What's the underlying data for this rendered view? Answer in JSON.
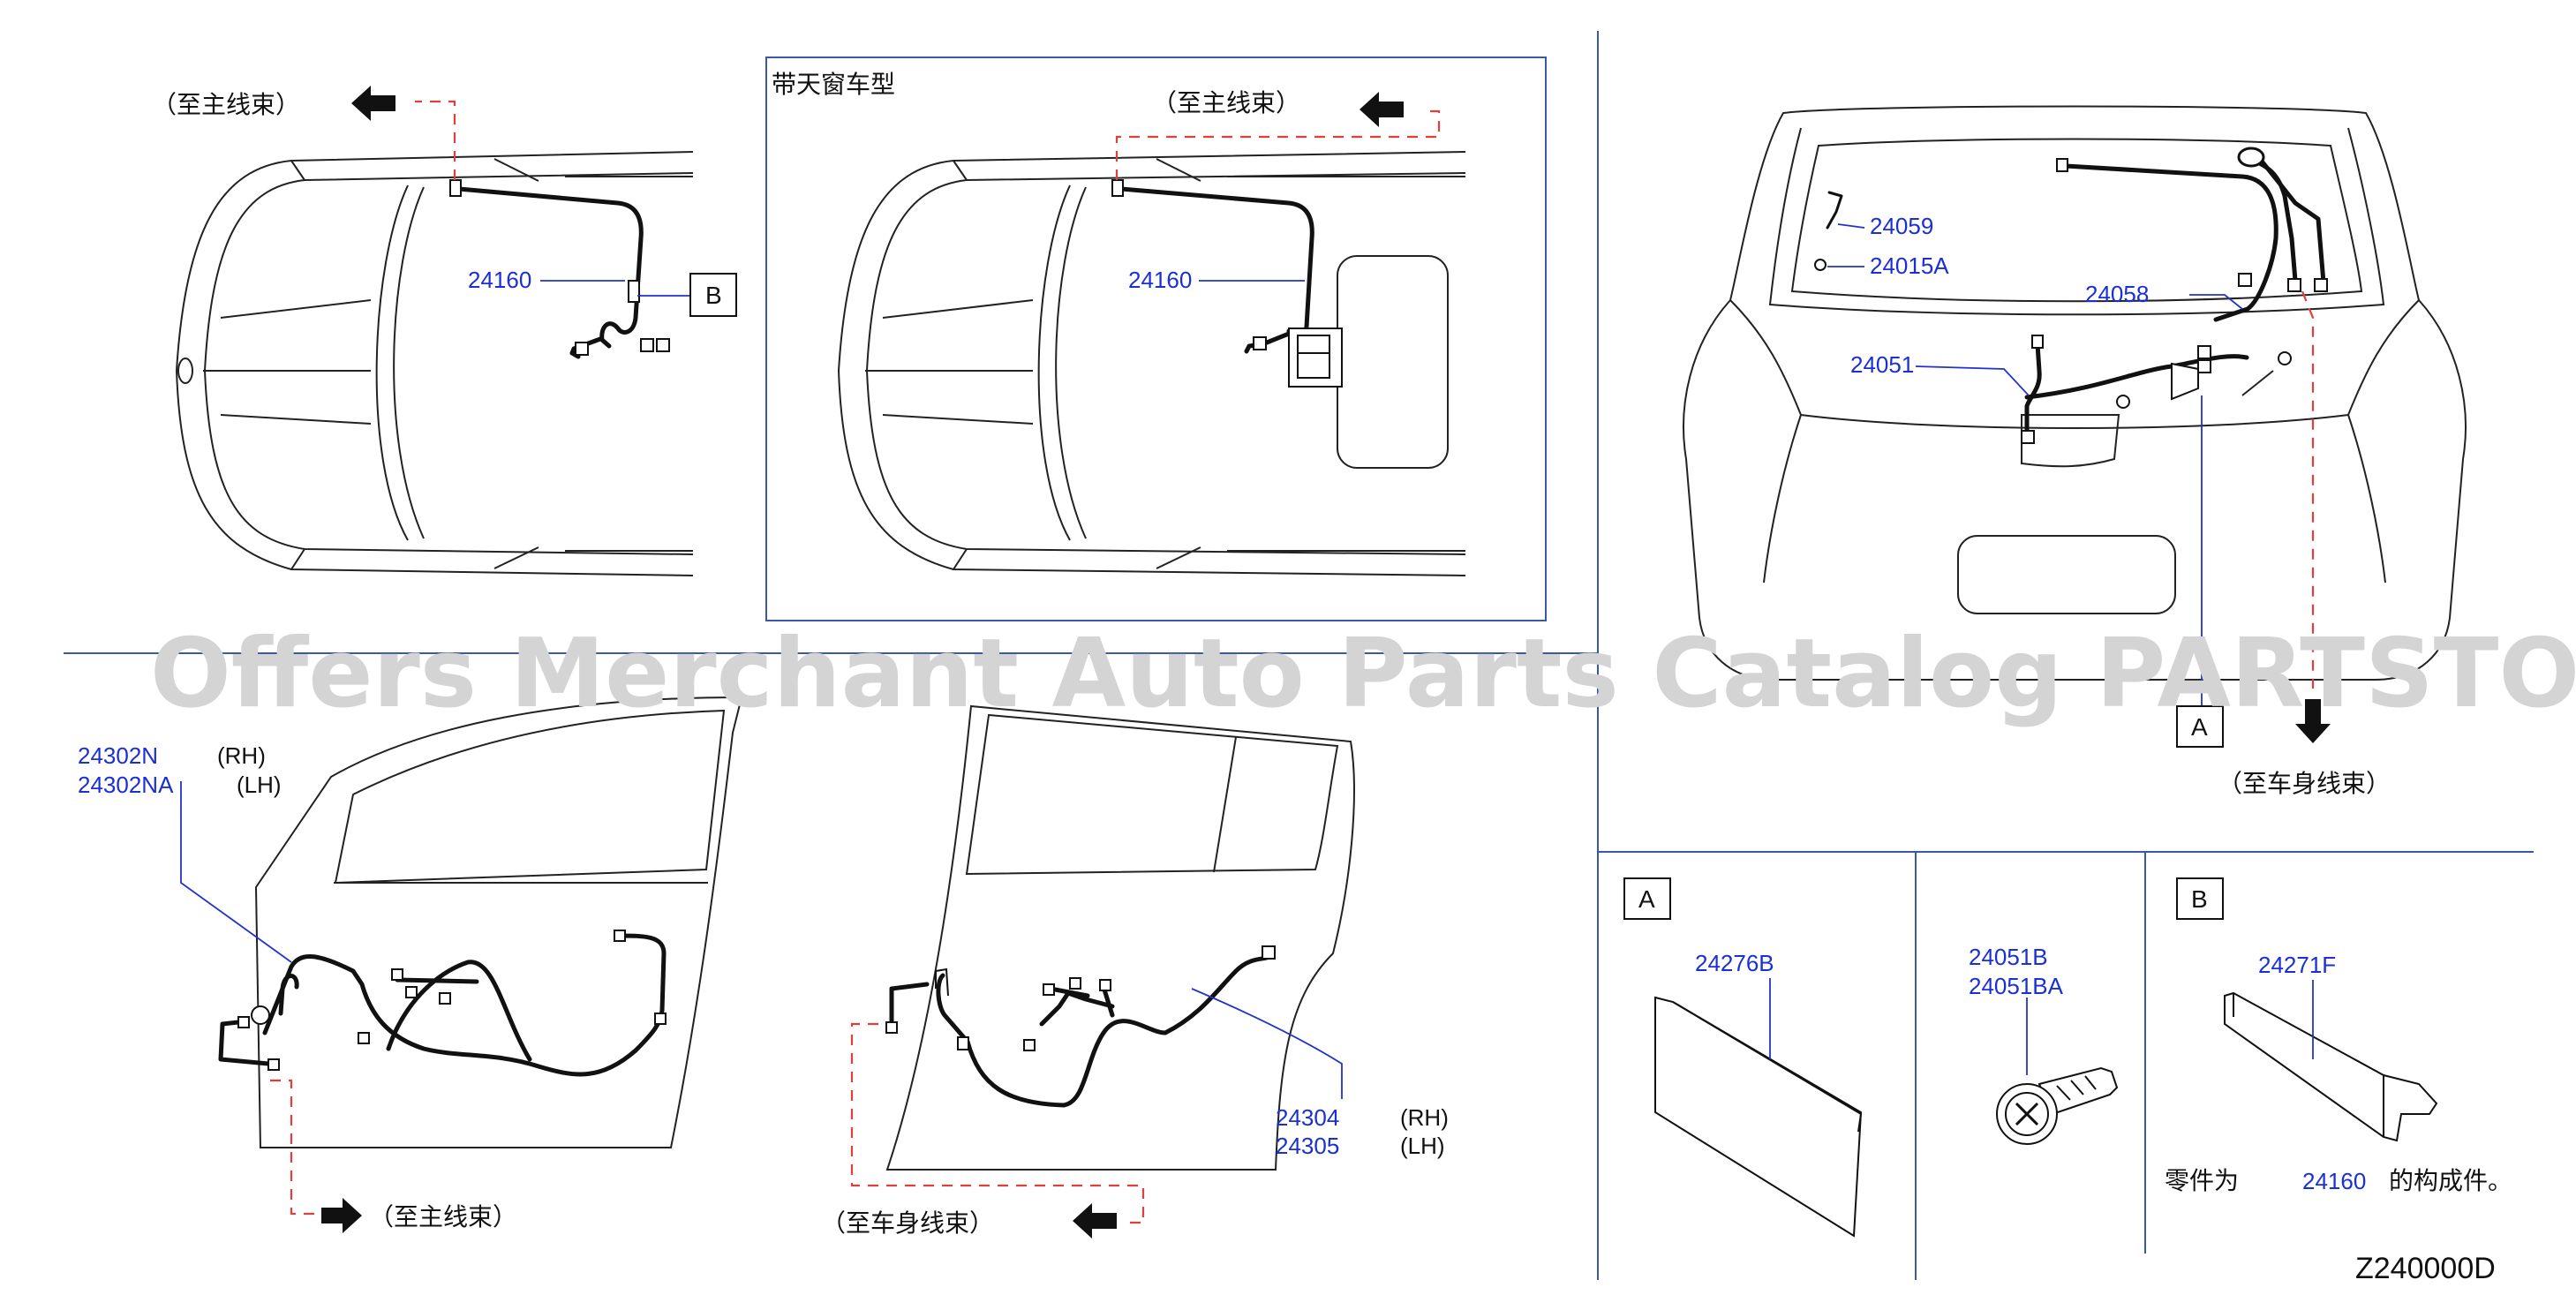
{
  "watermark": "Offers Merchant Auto Parts Catalog PARTSTORE.SA",
  "diagram_code": "Z240000D",
  "to_main_harness": "（至主线束）",
  "to_body_harness": "（至车身线束）",
  "sunroof_model": "带天窗车型",
  "parts": {
    "p24160": "24160",
    "p24059": "24059",
    "p24015A": "24015A",
    "p24058": "24058",
    "p24051": "24051",
    "p24302N": "24302N",
    "p24302NA": "24302NA",
    "p24304": "24304",
    "p24305": "24305",
    "p24276B": "24276B",
    "p24051B": "24051B",
    "p24051BA": "24051BA",
    "p24271F": "24271F"
  },
  "side": {
    "rh": "(RH)",
    "lh": "(LH)"
  },
  "callouts": {
    "a": "A",
    "b": "B"
  },
  "note": {
    "prefix": "零件为",
    "part": "24160",
    "suffix": "的构成件。"
  }
}
